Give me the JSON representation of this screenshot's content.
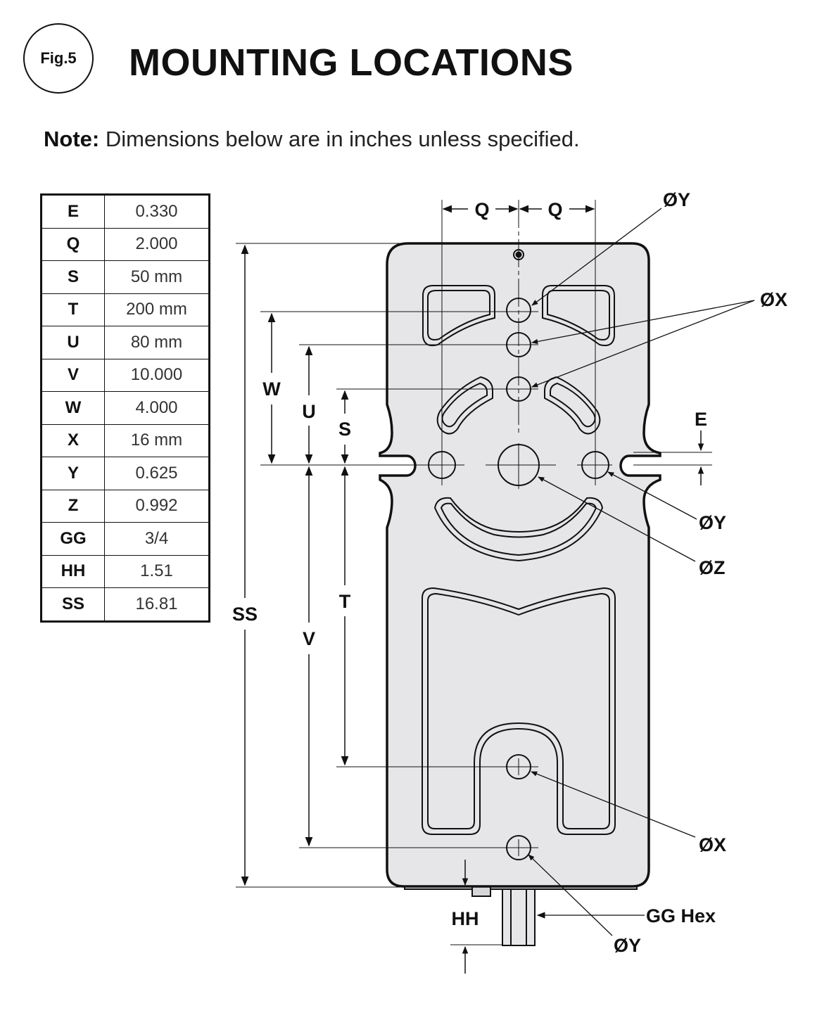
{
  "header": {
    "figure_label": "Fig.5",
    "title": "MOUNTING LOCATIONS"
  },
  "note": {
    "label": "Note:",
    "text": "Dimensions below are in inches unless specified."
  },
  "dimensions_table": {
    "rows": [
      {
        "key": "E",
        "value": "0.330"
      },
      {
        "key": "Q",
        "value": "2.000"
      },
      {
        "key": "S",
        "value": "50 mm"
      },
      {
        "key": "T",
        "value": "200 mm"
      },
      {
        "key": "U",
        "value": "80 mm"
      },
      {
        "key": "V",
        "value": "10.000"
      },
      {
        "key": "W",
        "value": "4.000"
      },
      {
        "key": "X",
        "value": "16 mm"
      },
      {
        "key": "Y",
        "value": "0.625"
      },
      {
        "key": "Z",
        "value": "0.992"
      },
      {
        "key": "GG",
        "value": "3/4"
      },
      {
        "key": "HH",
        "value": "1.51"
      },
      {
        "key": "SS",
        "value": "16.81"
      }
    ]
  },
  "drawing": {
    "labels": {
      "q_left": "Q",
      "q_right": "Q",
      "dia_y_top": "ØY",
      "dia_x_top": "ØX",
      "w": "W",
      "u": "U",
      "s": "S",
      "e": "E",
      "dia_y_side": "ØY",
      "dia_z": "ØZ",
      "ss": "SS",
      "t": "T",
      "v": "V",
      "dia_x_bottom": "ØX",
      "hh": "HH",
      "gg_hex": "GG Hex",
      "dia_y_bottom": "ØY"
    }
  },
  "colors": {
    "plate_fill": "#e6e6e8",
    "line": "#111111"
  }
}
